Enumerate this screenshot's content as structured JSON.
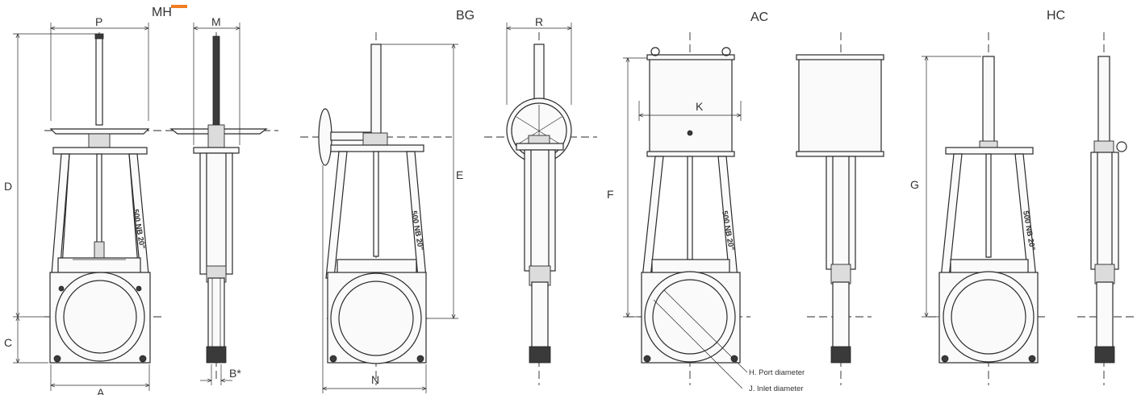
{
  "views": {
    "mh": {
      "title": "MH",
      "dim_p": "P",
      "dim_m": "M",
      "dim_d": "D",
      "dim_c": "C",
      "dim_a": "A",
      "dim_b": "B*"
    },
    "bg": {
      "title": "BG",
      "dim_r": "R",
      "dim_e": "E",
      "dim_n": "N"
    },
    "ac": {
      "title": "AC",
      "dim_k": "K",
      "dim_f": "F",
      "callout_h": "H. Port diameter",
      "callout_j": "J. Inlet diameter"
    },
    "hc": {
      "title": "HC",
      "dim_g": "G"
    }
  },
  "body_marking": "500 NB 20\"",
  "colors": {
    "line": "#2a2a2a",
    "accent": "#f07d22"
  }
}
